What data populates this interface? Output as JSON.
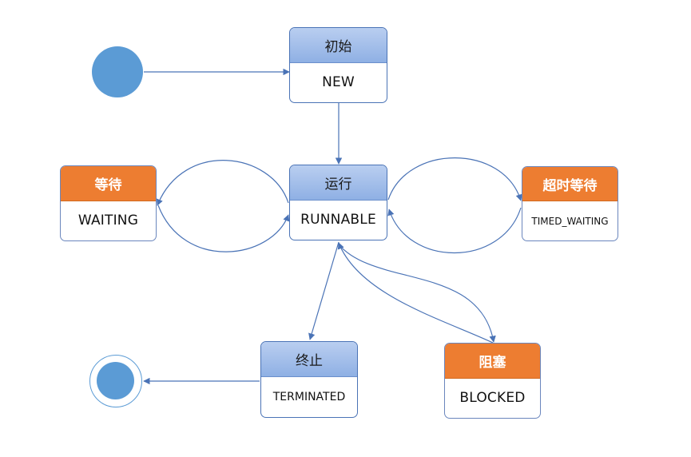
{
  "states": {
    "new": {
      "cn": "初始",
      "en": "NEW"
    },
    "runnable": {
      "cn": "运行",
      "en": "RUNNABLE"
    },
    "waiting": {
      "cn": "等待",
      "en": "WAITING"
    },
    "timed": {
      "cn": "超时等待",
      "en": "TIMED_WAITING"
    },
    "terminated": {
      "cn": "终止",
      "en": "TERMINATED"
    },
    "blocked": {
      "cn": "阻塞",
      "en": "BLOCKED"
    }
  },
  "colors": {
    "line": "#4a73b6",
    "blue_state": "#8fb0e4",
    "orange_state": "#ed7d31",
    "node": "#5b9bd5"
  }
}
